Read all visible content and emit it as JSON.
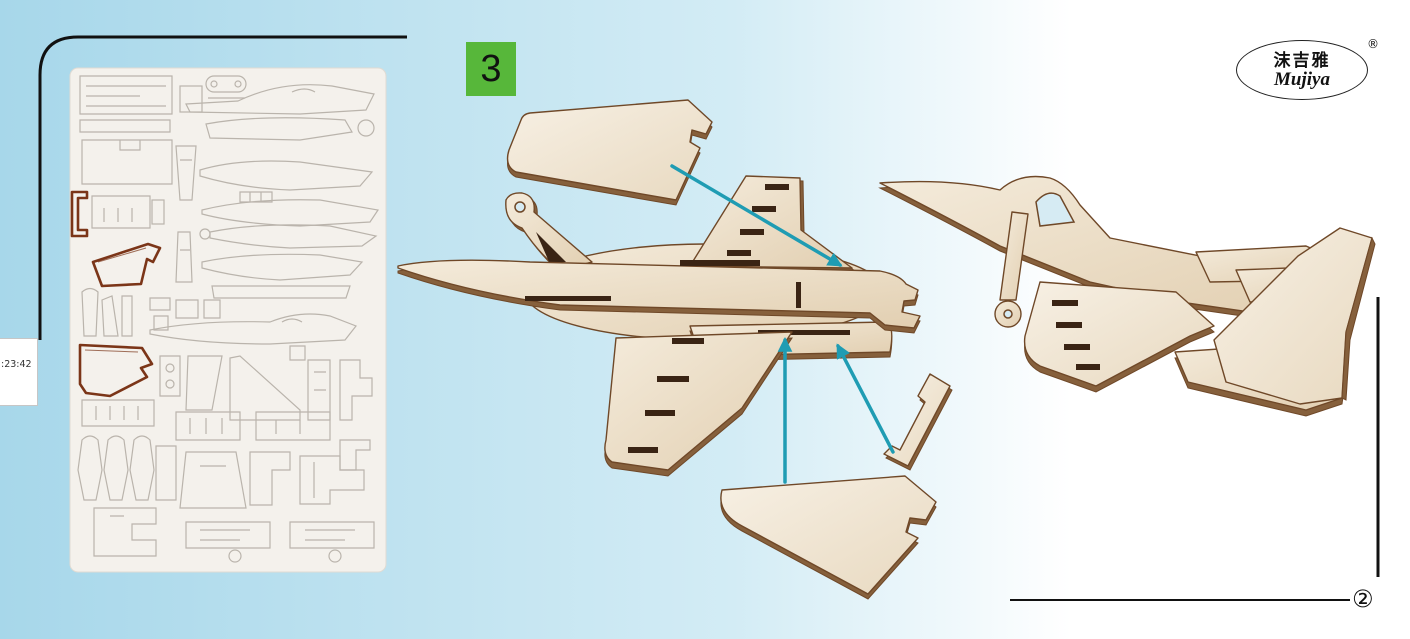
{
  "step_badge": {
    "label": "3"
  },
  "logo": {
    "chinese": "沫吉雅",
    "latin": "Mujiya",
    "registered": "®"
  },
  "timestamp_box": {
    "text": ":23:42"
  },
  "step_marker": {
    "label": "②"
  },
  "colors": {
    "badge": "#57b73a",
    "arrow": "#1f9cb3",
    "wood_edge": "#6f4828",
    "highlight": "#7b3518",
    "frame_line": "#111111",
    "background_left": "#a7d7ea",
    "background_right": "#ffffff"
  }
}
